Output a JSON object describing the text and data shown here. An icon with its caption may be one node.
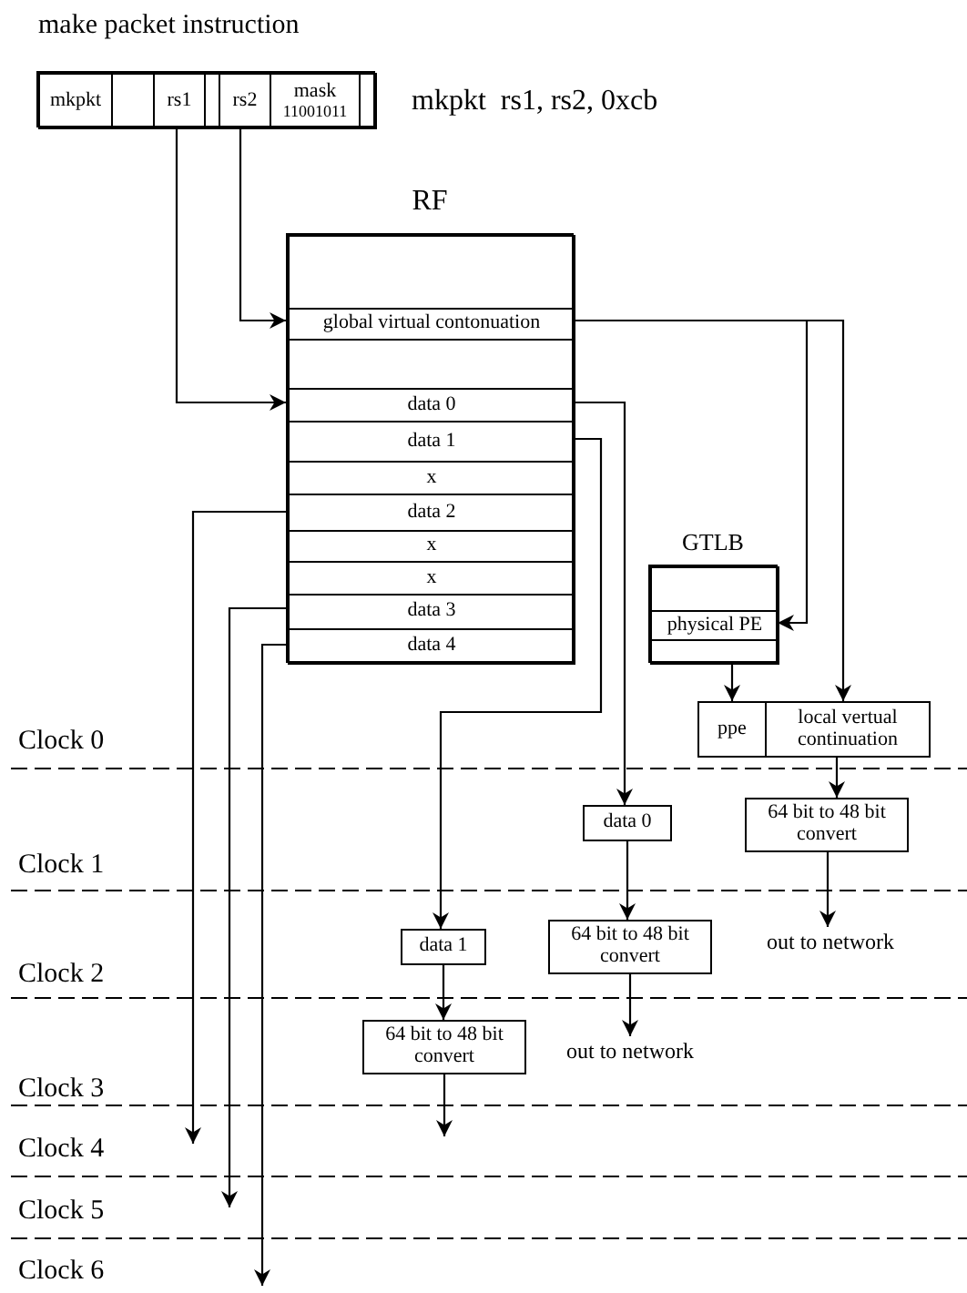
{
  "diagram": {
    "nodes": [
      {
        "text": [
          "make packet instruction"
        ]
      },
      {
        "text": [
          "mkpkt"
        ],
        "in": 0
      },
      {
        "text": [],
        "shape": "box",
        "in": 0
      },
      {
        "text": [
          "rs1"
        ],
        "in": 0
      },
      {
        "text": [],
        "shape": "box",
        "in": 0
      },
      {
        "text": [
          "rs2"
        ],
        "in": 0
      },
      {
        "text": [
          "mask",
          "11001011"
        ],
        "in": 0
      },
      {
        "text": [],
        "shape": "box",
        "in": 0
      },
      {
        "text": [
          "RF"
        ]
      },
      {
        "text": [],
        "shape": "box",
        "in": 8
      },
      {
        "text": [
          "global virtual contonuation"
        ],
        "in": 8
      },
      {
        "text": [],
        "shape": "box",
        "in": 8
      },
      {
        "text": [
          "data 0"
        ],
        "in": 8
      },
      {
        "text": [
          "data 1"
        ],
        "in": 8
      },
      {
        "text": [
          "x"
        ],
        "in": 8
      },
      {
        "text": [
          "data 2"
        ],
        "in": 8
      },
      {
        "text": [
          "x"
        ],
        "in": 8
      },
      {
        "text": [
          "x"
        ],
        "in": 8
      },
      {
        "text": [
          "data 3"
        ],
        "in": 8
      },
      {
        "text": [
          "data 4"
        ],
        "in": 8
      },
      {
        "text": [
          "GTLB"
        ]
      },
      {
        "text": [],
        "shape": "box",
        "in": 20
      },
      {
        "text": [
          "physical PE"
        ],
        "in": 20
      },
      {
        "text": [],
        "shape": "box",
        "in": 20
      },
      {
        "text": [
          "ppe"
        ]
      },
      {
        "text": [
          "local vertual continuation"
        ]
      },
      {
        "text": [
          "data 0"
        ]
      },
      {
        "text": [
          "64 bit to 48 bit convert"
        ]
      },
      {
        "text": [
          "out to network"
        ]
      },
      {
        "text": [
          "data 1"
        ]
      },
      {
        "text": [
          "64 bit to 48 bit convert"
        ]
      },
      {
        "text": [
          "out to network"
        ]
      },
      {
        "text": [
          "64 bit to 48 bit convert"
        ]
      }
    ],
    "edges": [
      {
        "from": 3,
        "to": 12,
        "arrow": "to"
      },
      {
        "from": 5,
        "to": 10,
        "arrow": "to"
      },
      {
        "from": 10,
        "to": 22,
        "arrow": "to"
      },
      {
        "from": 10,
        "to": 25,
        "arrow": "to"
      },
      {
        "from": 20,
        "to": 24,
        "arrow": "to"
      },
      {
        "from": 12,
        "to": 26,
        "arrow": "to"
      },
      {
        "from": 13,
        "to": 29,
        "arrow": "to"
      },
      {
        "from": 15,
        "to": null,
        "arrow": "to"
      },
      {
        "from": 18,
        "to": null,
        "arrow": "to"
      },
      {
        "from": 19,
        "to": null,
        "arrow": "to"
      },
      {
        "from": 25,
        "to": 27,
        "arrow": "to"
      },
      {
        "from": 27,
        "to": 28,
        "arrow": "to"
      },
      {
        "from": 26,
        "to": 30,
        "arrow": "to"
      },
      {
        "from": 30,
        "to": 31,
        "arrow": "to"
      },
      {
        "from": 29,
        "to": 32,
        "arrow": "to"
      },
      {
        "from": 32,
        "to": null,
        "arrow": "to"
      }
    ],
    "labels": [
      "mkpkt  rs1, rs2, 0xcb",
      "Clock 0",
      "Clock 1",
      "Clock 2",
      "Clock 3",
      "Clock 4",
      "Clock 5",
      "Clock 6"
    ]
  }
}
